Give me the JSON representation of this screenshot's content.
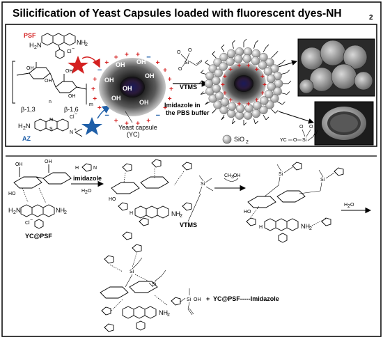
{
  "title": {
    "main": "Silicification of Yeast Capsules loaded with fluorescent dyes-NH",
    "sub": "2"
  },
  "top_panel": {
    "psf_label": "PSF",
    "az_label": "AZ",
    "beta13": "β-1,3",
    "beta16": "β-1,6",
    "n": "n",
    "m": "m",
    "oh": "OH",
    "vtms": "VTMS",
    "imidazole_in": "Imidazole in",
    "pbs_buffer": "the PBS buffer",
    "yeast_capsule": "Yeast capsule",
    "yc": "(YC)",
    "sio2": "SiO",
    "sio2_sub": "2",
    "nh2": "NH",
    "nh2_sub": "2",
    "h2n": "H",
    "h2n_sub": "2",
    "h2n_n": "N",
    "cl": "Cl",
    "cl_sup": "−",
    "n_plus": "N",
    "n_plus_sup": "+",
    "s_atom": "S",
    "yc_o": "YC",
    "o_atom": "O",
    "si_atom": "Si",
    "sio_small": "SiO",
    "sio_small_sub": "2"
  },
  "bottom_panel": {
    "imidazole": "imidazole",
    "h2o": "H",
    "h2o_sub": "2",
    "h2o_o": "O",
    "ch3oh": "CH",
    "ch3oh_sub": "3",
    "ch3oh_oh": "OH",
    "yc_psf": "YC@PSF",
    "vtms": "VTMS",
    "plus_sign": "+",
    "product": "YC@PSF-----Imidazole",
    "nh2": "NH",
    "nh2_sub": "2",
    "h2n": "H",
    "h2n_sub": "2",
    "h2n_n": "N",
    "h_atom": "H",
    "n_atom": "N",
    "o_atom": "O",
    "ho": "HO",
    "oh": "OH",
    "si_atom": "Si",
    "cl": "Cl",
    "cl_sup": "−",
    "n_plus_sup": "+"
  },
  "colors": {
    "positive_charge": "#d42020",
    "negative_charge": "#1f5fa8",
    "psf_star": "#d42020",
    "az_star": "#1f5fa8",
    "capsule_dark": "#1a1a1a",
    "silica_bead": "#bdbdbd"
  }
}
